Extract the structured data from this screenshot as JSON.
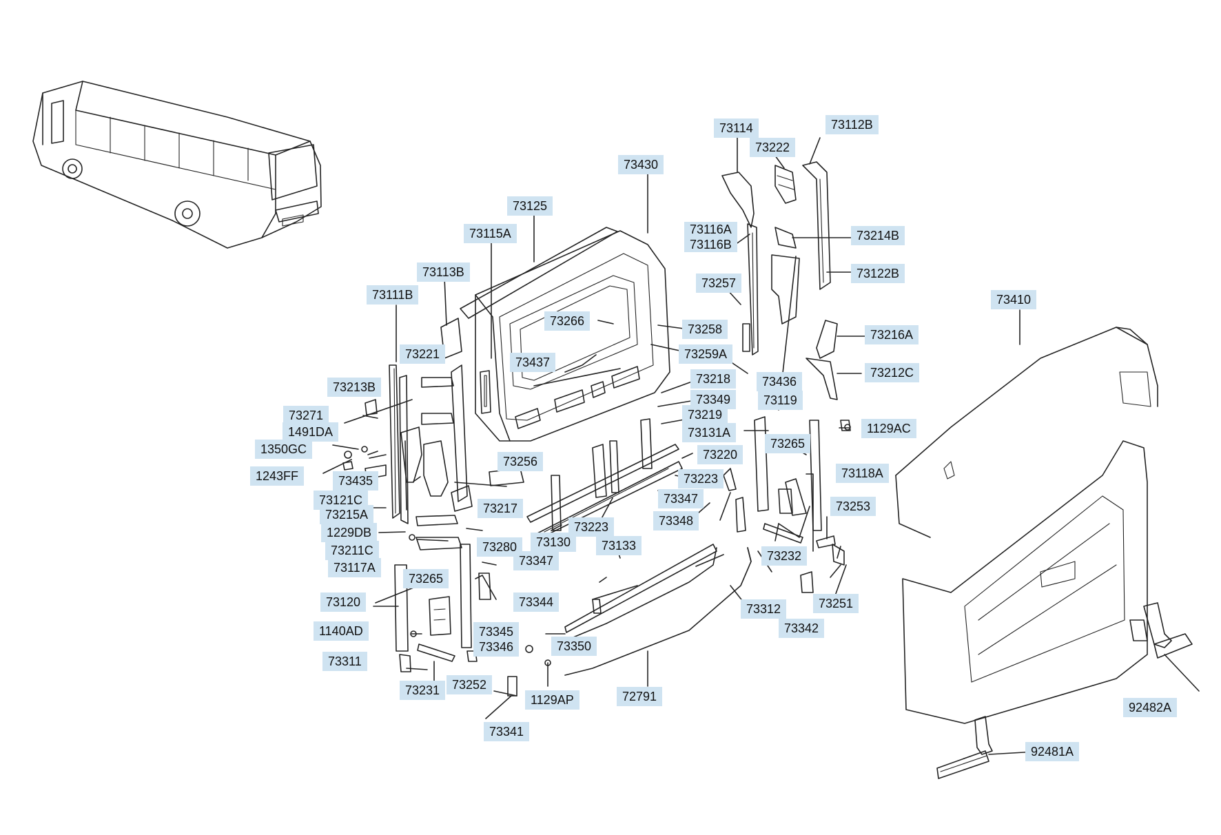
{
  "labels": [
    {
      "id": "73114",
      "text": "73114"
    },
    {
      "id": "73112B",
      "text": "73112B"
    },
    {
      "id": "73222",
      "text": "73222"
    },
    {
      "id": "73430",
      "text": "73430"
    },
    {
      "id": "73125",
      "text": "73125"
    },
    {
      "id": "73116AB",
      "text": "73116A\n73116B"
    },
    {
      "id": "73214B",
      "text": "73214B"
    },
    {
      "id": "73115A",
      "text": "73115A"
    },
    {
      "id": "73122B",
      "text": "73122B"
    },
    {
      "id": "73113B",
      "text": "73113B"
    },
    {
      "id": "73257",
      "text": "73257"
    },
    {
      "id": "73410",
      "text": "73410"
    },
    {
      "id": "73111B",
      "text": "73111B"
    },
    {
      "id": "73266",
      "text": "73266"
    },
    {
      "id": "73258",
      "text": "73258"
    },
    {
      "id": "73216A",
      "text": "73216A"
    },
    {
      "id": "73221",
      "text": "73221"
    },
    {
      "id": "73259A",
      "text": "73259A"
    },
    {
      "id": "73437",
      "text": "73437"
    },
    {
      "id": "73212C",
      "text": "73212C"
    },
    {
      "id": "73218",
      "text": "73218"
    },
    {
      "id": "73436",
      "text": "73436"
    },
    {
      "id": "73213B",
      "text": "73213B"
    },
    {
      "id": "73349",
      "text": "73349"
    },
    {
      "id": "73119",
      "text": "73119"
    },
    {
      "id": "73219",
      "text": "73219"
    },
    {
      "id": "73271",
      "text": "73271"
    },
    {
      "id": "1491DA",
      "text": "1491DA"
    },
    {
      "id": "73131A",
      "text": "73131A"
    },
    {
      "id": "1129AC",
      "text": "1129AC"
    },
    {
      "id": "73265a",
      "text": "73265"
    },
    {
      "id": "1350GC",
      "text": "1350GC"
    },
    {
      "id": "73220",
      "text": "73220"
    },
    {
      "id": "73256",
      "text": "73256"
    },
    {
      "id": "1243FF",
      "text": "1243FF"
    },
    {
      "id": "73118A",
      "text": "73118A"
    },
    {
      "id": "73435",
      "text": "73435"
    },
    {
      "id": "73223a",
      "text": "73223"
    },
    {
      "id": "73347a",
      "text": "73347"
    },
    {
      "id": "73121C",
      "text": "73121C"
    },
    {
      "id": "73217",
      "text": "73217"
    },
    {
      "id": "73253",
      "text": "73253"
    },
    {
      "id": "73215A",
      "text": "73215A"
    },
    {
      "id": "73223b",
      "text": "73223"
    },
    {
      "id": "73348",
      "text": "73348"
    },
    {
      "id": "1229DB",
      "text": "1229DB"
    },
    {
      "id": "73130",
      "text": "73130"
    },
    {
      "id": "73133",
      "text": "73133"
    },
    {
      "id": "73280",
      "text": "73280"
    },
    {
      "id": "73211C",
      "text": "73211C"
    },
    {
      "id": "73232",
      "text": "73232"
    },
    {
      "id": "73117A",
      "text": "73117A"
    },
    {
      "id": "73347b",
      "text": "73347"
    },
    {
      "id": "73265b",
      "text": "73265"
    },
    {
      "id": "73312",
      "text": "73312"
    },
    {
      "id": "73251",
      "text": "73251"
    },
    {
      "id": "73120",
      "text": "73120"
    },
    {
      "id": "73344",
      "text": "73344"
    },
    {
      "id": "73342",
      "text": "73342"
    },
    {
      "id": "1140AD",
      "text": "1140AD"
    },
    {
      "id": "73345",
      "text": "73345"
    },
    {
      "id": "73346",
      "text": "73346"
    },
    {
      "id": "73350",
      "text": "73350"
    },
    {
      "id": "73311",
      "text": "73311"
    },
    {
      "id": "73231",
      "text": "73231"
    },
    {
      "id": "73252",
      "text": "73252"
    },
    {
      "id": "72791",
      "text": "72791"
    },
    {
      "id": "1129AP",
      "text": "1129AP"
    },
    {
      "id": "92482A",
      "text": "92482A"
    },
    {
      "id": "73341",
      "text": "73341"
    },
    {
      "id": "92481A",
      "text": "92481A"
    }
  ],
  "colors": {
    "label_bg": "#cfe3f1",
    "line": "#222222"
  }
}
